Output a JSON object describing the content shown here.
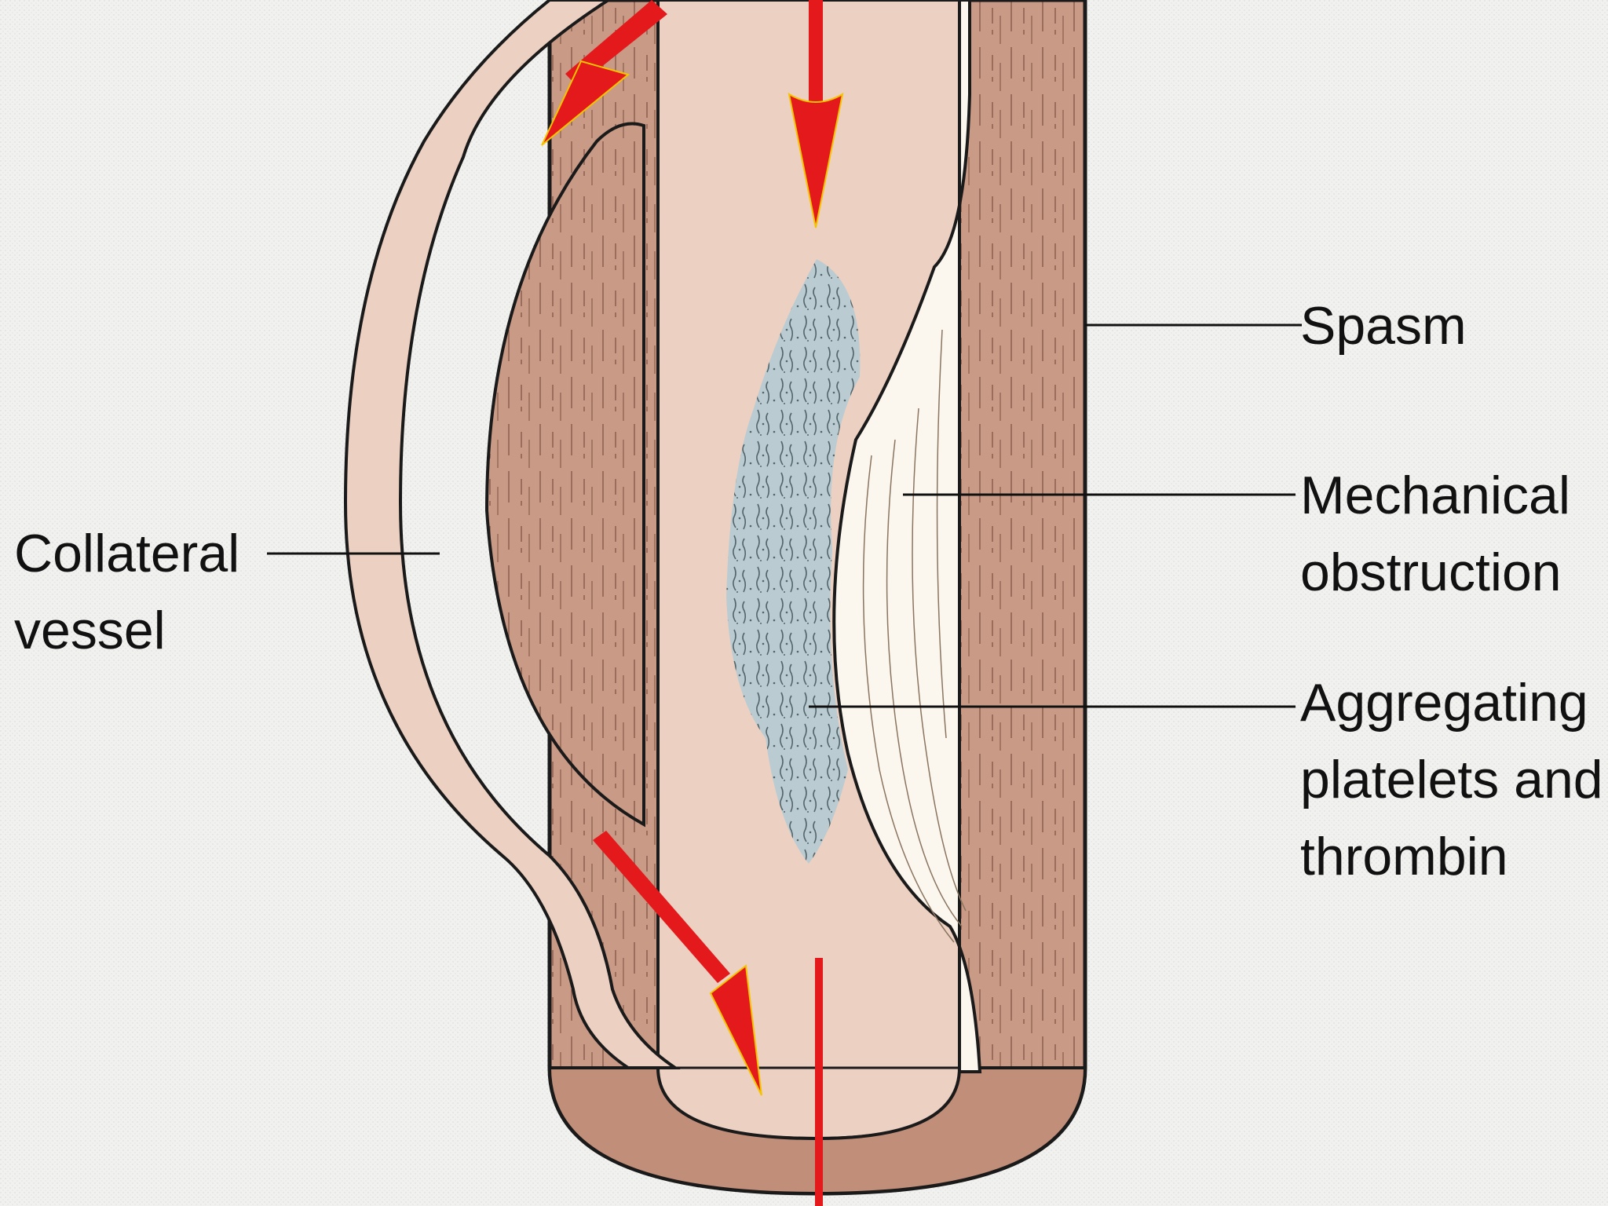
{
  "labels": {
    "collateral_line1": "Collateral",
    "collateral_line2": "vessel",
    "spasm": "Spasm",
    "mechanical_line1": "Mechanical",
    "mechanical_line2": "obstruction",
    "aggregating_line1": "Aggregating",
    "aggregating_line2": "platelets and",
    "aggregating_line3": "thrombin"
  },
  "colors": {
    "background": "#f1f1ef",
    "vessel_wall": "#c99a86",
    "vessel_wall_dark": "#b38571",
    "lumen": "#ecd0c2",
    "plaque": "#fbf6ee",
    "platelets": "#a8c5d0",
    "flow_arrow": "#e3191b",
    "outline": "#1a1a1a"
  },
  "icons": {
    "flow_arrow": "red-arrow-icon"
  }
}
